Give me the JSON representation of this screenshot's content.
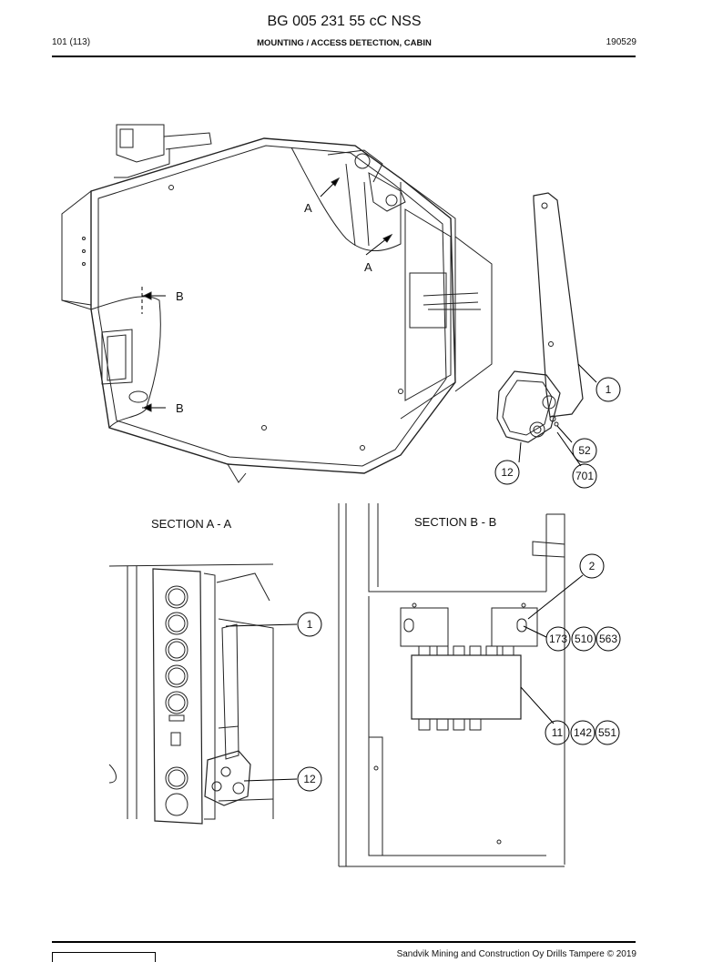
{
  "header": {
    "doc_title": "BG 005 231 55 cC NSS",
    "page_number": "101 (113)",
    "section_title": "MOUNTING / ACCESS DETECTION, CABIN",
    "doc_date": "190529"
  },
  "view_labels": {
    "section_a": "A",
    "section_b": "B"
  },
  "sections": {
    "a_title": "SECTION A - A",
    "b_title": "SECTION B - B"
  },
  "callouts": {
    "main_view": [
      "1",
      "52",
      "12",
      "701"
    ],
    "section_a": [
      "1",
      "12"
    ],
    "section_b": [
      "2",
      "173",
      "510",
      "563",
      "11",
      "142",
      "551"
    ]
  },
  "footer": {
    "copyright": "Sandvik Mining and Construction Oy Drills Tampere © 2019"
  }
}
